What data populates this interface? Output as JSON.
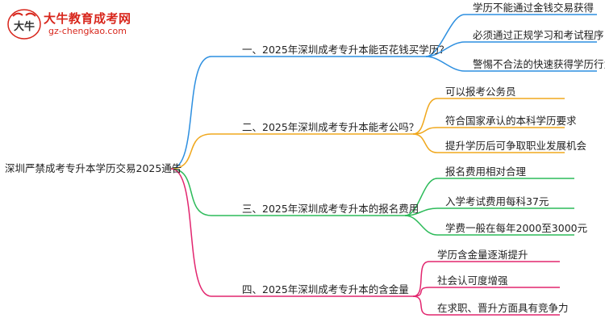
{
  "logo": {
    "title": "大牛教育成考网",
    "url": "gz-chengkao.com",
    "mark_text": "大牛"
  },
  "root": "深圳严禁成考专升本学历交易2025通告",
  "branches": [
    {
      "label": "一、2025年深圳成考专升本能否花钱买学历？",
      "color": "#2d8fe0",
      "items": [
        "学历不能通过金钱交易获得",
        "必须通过正规学习和考试程序",
        "警惕不合法的快速获得学历行为"
      ]
    },
    {
      "label": "二、2025年深圳成考专升本能考公吗？",
      "color": "#f0a81e",
      "items": [
        "可以报考公务员",
        "符合国家承认的本科学历要求",
        "提升学历后可争取职业发展机会"
      ]
    },
    {
      "label": "三、2025年深圳成考专升本的报名费用",
      "color": "#2dbb5a",
      "items": [
        "报名费用相对合理",
        "入学考试费用每科37元",
        "学费一般在每年2000至3000元"
      ]
    },
    {
      "label": "四、2025年深圳成考专升本的含金量",
      "color": "#e2266f",
      "items": [
        "学历含金量逐渐提升",
        "社会认可度增强",
        "在求职、晋升方面具有竞争力"
      ]
    }
  ]
}
